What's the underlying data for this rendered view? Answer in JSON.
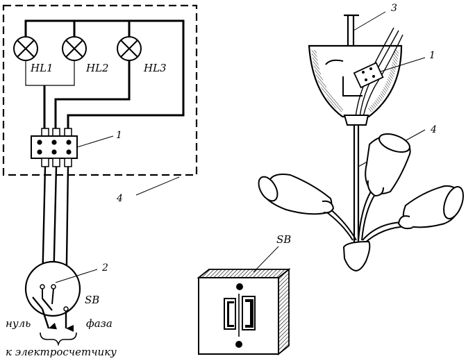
{
  "schematic": {
    "lamps": [
      "HL1",
      "HL2",
      "HL3"
    ],
    "callouts": {
      "terminal_block": "1",
      "switch": "2",
      "enclosure": "4"
    },
    "switch_label": "SB",
    "neutral_label": "нуль",
    "phase_label": "фаза",
    "meter_label": "к электросчетчику"
  },
  "chandelier": {
    "callouts": {
      "hook": "3",
      "terminal_block": "1",
      "stem": "4"
    }
  },
  "wall_switch": {
    "label": "SB"
  }
}
